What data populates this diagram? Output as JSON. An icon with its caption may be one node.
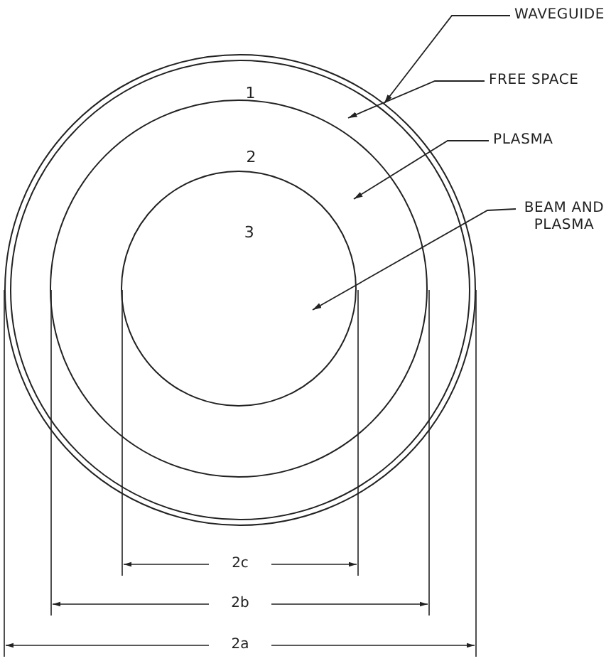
{
  "diagram": {
    "nodes": [
      {
        "text": [],
        "shape": "circle"
      },
      {
        "text": [
          "1"
        ],
        "in": 0
      },
      {
        "text": [
          "2"
        ],
        "in": 1
      },
      {
        "text": [
          "3"
        ],
        "in": 2
      },
      {
        "text": [
          "WAVEGUIDE"
        ]
      },
      {
        "text": [
          "FREE SPACE"
        ]
      },
      {
        "text": [
          "PLASMA"
        ]
      },
      {
        "text": [
          "BEAM AND PLASMA"
        ]
      }
    ],
    "edges": [
      {
        "from": 4,
        "to": 0,
        "arrow": "to"
      },
      {
        "from": 5,
        "to": 1,
        "arrow": "to"
      },
      {
        "from": 6,
        "to": 2,
        "arrow": "to"
      },
      {
        "from": 7,
        "to": 3,
        "arrow": "to"
      }
    ],
    "labels": [
      "2c",
      "2b",
      "2a"
    ]
  }
}
